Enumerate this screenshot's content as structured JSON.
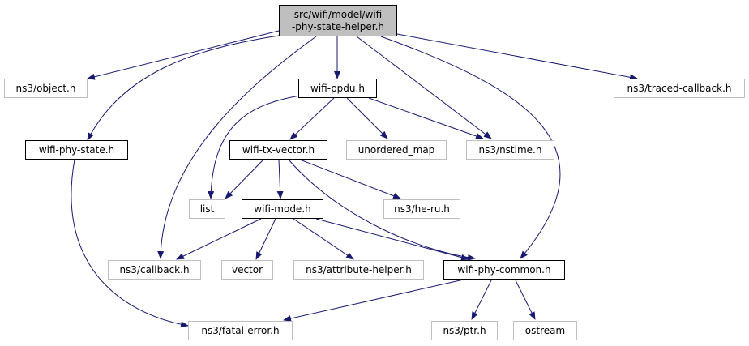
{
  "root": {
    "line1": "src/wifi/model/wifi",
    "line2": "-phy-state-helper.h"
  },
  "nodes": {
    "object": "ns3/object.h",
    "wifi_ppdu": "wifi-ppdu.h",
    "traced_callback": "ns3/traced-callback.h",
    "wifi_phy_state": "wifi-phy-state.h",
    "wifi_tx_vector": "wifi-tx-vector.h",
    "unordered_map": "unordered_map",
    "nstime": "ns3/nstime.h",
    "list": "list",
    "wifi_mode": "wifi-mode.h",
    "he_ru": "ns3/he-ru.h",
    "callback": "ns3/callback.h",
    "vector": "vector",
    "attribute_helper": "ns3/attribute-helper.h",
    "wifi_phy_common": "wifi-phy-common.h",
    "fatal_error": "ns3/fatal-error.h",
    "ptr": "ns3/ptr.h",
    "ostream": "ostream"
  },
  "colors": {
    "edge": "#191970",
    "root_fill": "#bfbfbf",
    "system_border": "#bfbfbf",
    "doc_border": "#000000"
  }
}
